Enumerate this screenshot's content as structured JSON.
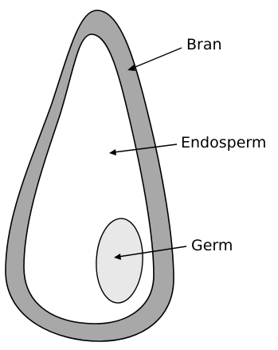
{
  "diagram": {
    "parts": [
      {
        "id": "bran",
        "label": "Bran"
      },
      {
        "id": "endosperm",
        "label": "Endosperm"
      },
      {
        "id": "germ",
        "label": "Germ"
      }
    ],
    "colors": {
      "bran": "#a8a8a8",
      "endosperm": "#ffffff",
      "germ": "#e8e8e8",
      "outline": "#000000",
      "background": "#ffffff"
    }
  }
}
